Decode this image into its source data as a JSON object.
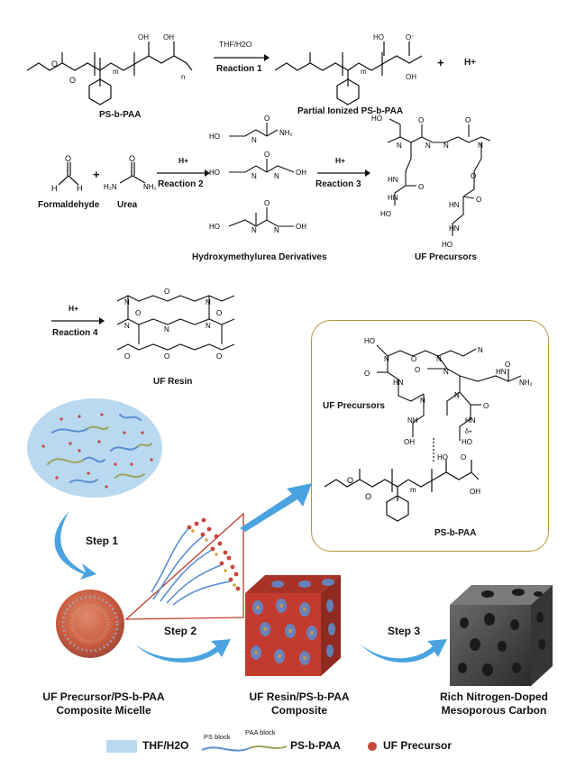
{
  "reaction1": {
    "reactant_label": "PS-b-PAA",
    "condition": "THF/H2O",
    "name": "Reaction 1",
    "product_label": "Partial Ionized PS-b-PAA",
    "byproduct": "H+"
  },
  "reaction2": {
    "reactant1": "Formaldehyde",
    "reactant2": "Urea",
    "catalyst": "H+",
    "name": "Reaction 2",
    "product_label": "Hydroxymethylurea Derivatives"
  },
  "reaction3": {
    "catalyst": "H+",
    "name": "Reaction 3",
    "product_label": "UF Precursors"
  },
  "reaction4": {
    "catalyst": "H+",
    "name": "Reaction 4",
    "product_label": "UF Resin"
  },
  "inset": {
    "label_top": "UF Precursors",
    "label_bottom": "PS-b-PAA"
  },
  "steps": {
    "step1": "Step 1",
    "step2": "Step 2",
    "step3": "Step 3"
  },
  "stages": {
    "micelle_line1": "UF Precursor/PS-b-PAA",
    "micelle_line2": "Composite Micelle",
    "resin_line1": "UF Resin/PS-b-PAA",
    "resin_line2": "Composite",
    "carbon_line1": "Rich Nitrogen-Doped",
    "carbon_line2": "Mesoporous Carbon"
  },
  "legend": {
    "solvent": "THF/H2O",
    "ps_block": "PS block",
    "paa_block": "PAA block",
    "copolymer": "PS-b-PAA",
    "precursor": "UF Precursor"
  },
  "colors": {
    "inset_border": "#b8953c",
    "solvent_blue": "#b9d9f0",
    "ps_blue": "#5b8fd1",
    "paa_olive": "#9aa35a",
    "precursor_red": "#c9453d",
    "arrow_blue": "#4aa3e0",
    "triangle_red": "#c0392b"
  }
}
